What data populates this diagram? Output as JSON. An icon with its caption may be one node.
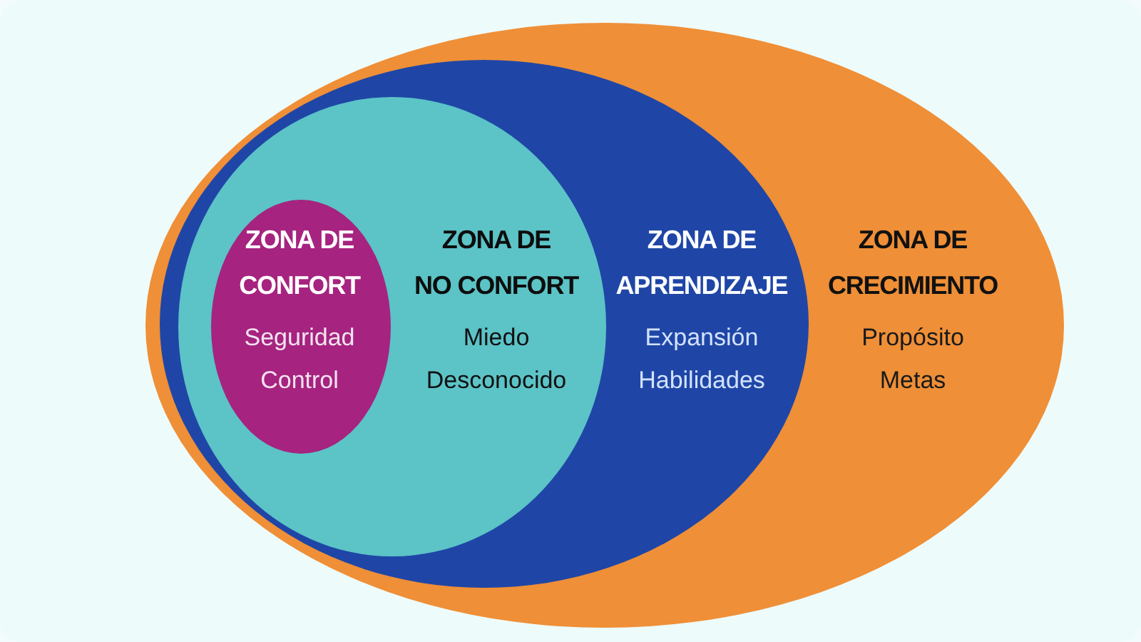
{
  "diagram": {
    "nodes": [
      {
        "text": [
          "ZONA DE CRECIMIENTO",
          "Propósito Metas"
        ]
      },
      {
        "text": [
          "ZONA DE APRENDIZAJE",
          "Expansión Habilidades"
        ],
        "in": 0
      },
      {
        "text": [
          "ZONA DE NO CONFORT",
          "Miedo Desconocido"
        ],
        "in": 1
      },
      {
        "text": [
          "ZONA DE CONFORT",
          "Seguridad Control"
        ],
        "in": 2
      }
    ]
  }
}
